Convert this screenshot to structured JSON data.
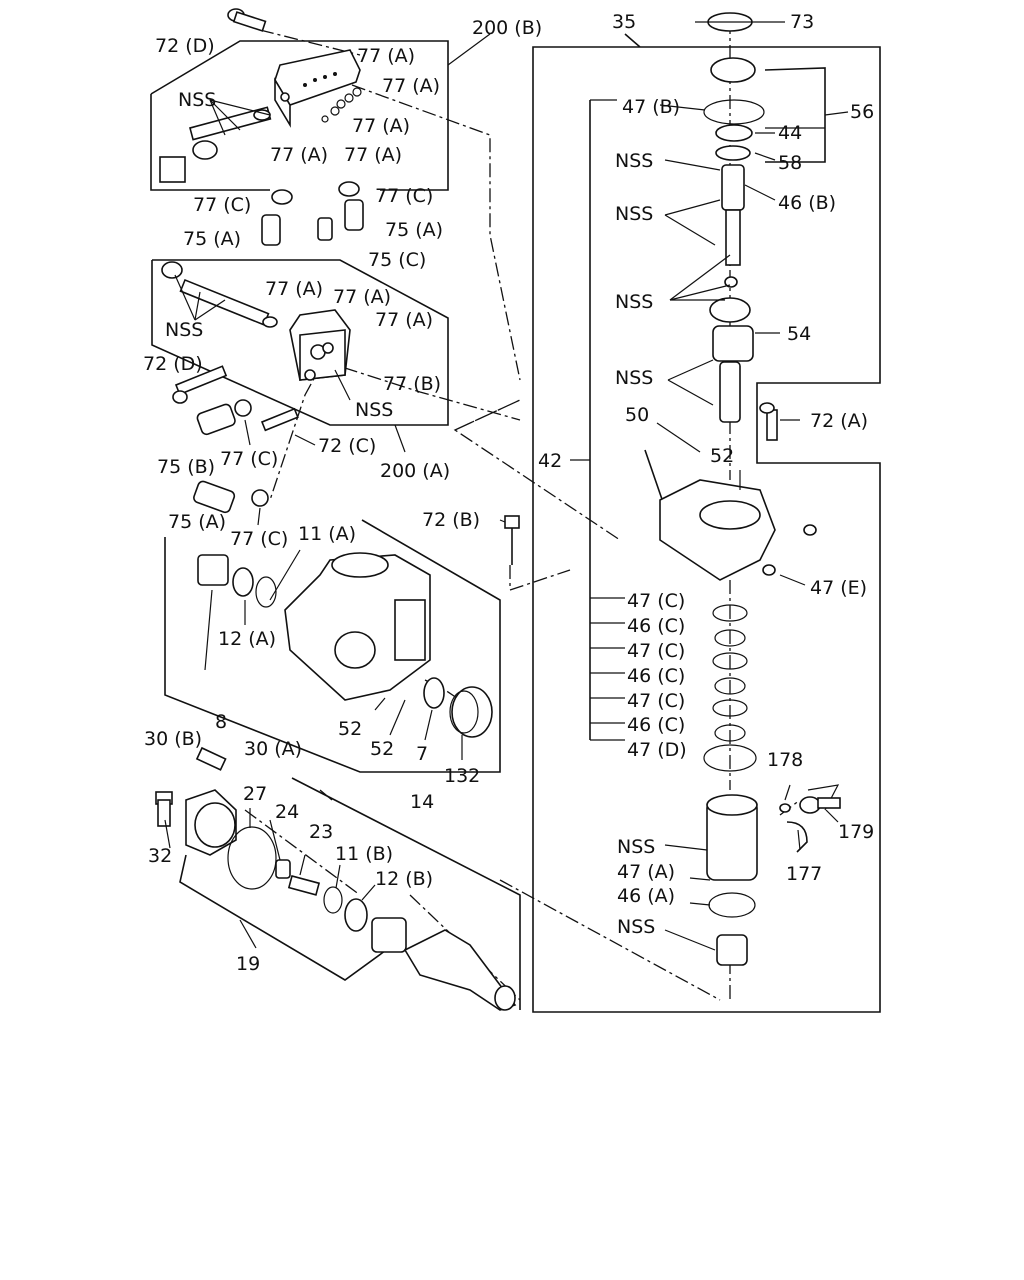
{
  "labels": {
    "l_72D_top": "72 (D)",
    "l_200B": "200 (B)",
    "l_35": "35",
    "l_73": "73",
    "l_NSS_top": "NSS",
    "l_77A_1": "77 (A)",
    "l_77A_2": "77 (A)",
    "l_77A_3": "77 (A)",
    "l_77A_4": "77 (A)",
    "l_77A_5": "77 (A)",
    "l_47B": "47 (B)",
    "l_56": "56",
    "l_44": "44",
    "l_NSS_58": "NSS",
    "l_58": "58",
    "l_77C_1": "77 (C)",
    "l_77C_2": "77 (C)",
    "l_46B": "46 (B)",
    "l_75A_1": "75 (A)",
    "l_75A_2": "75 (A)",
    "l_NSS_r1": "NSS",
    "l_75C": "75 (C)",
    "l_77A_6": "77 (A)",
    "l_77A_7": "77 (A)",
    "l_77A_8": "77 (A)",
    "l_NSS_r2": "NSS",
    "l_54": "54",
    "l_NSS_mid": "NSS",
    "l_72D_mid": "72 (D)",
    "l_77B": "77 (B)",
    "l_NSS_r3": "NSS",
    "l_NSS_block": "NSS",
    "l_50": "50",
    "l_72A": "72 (A)",
    "l_75B": "75 (B)",
    "l_77C_3": "77 (C)",
    "l_72C": "72 (C)",
    "l_200A": "200 (A)",
    "l_42": "42",
    "l_52_top": "52",
    "l_75A_3": "75 (A)",
    "l_72B": "72 (B)",
    "l_77C_4": "77 (C)",
    "l_11A": "11 (A)",
    "l_47E": "47 (E)",
    "l_47C_1": "47 (C)",
    "l_12A": "12 (A)",
    "l_46C_1": "46 (C)",
    "l_47C_2": "47 (C)",
    "l_46C_2": "46 (C)",
    "l_47C_3": "47 (C)",
    "l_8": "8",
    "l_46C_3": "46 (C)",
    "l_52_a": "52",
    "l_30B": "30 (B)",
    "l_47D": "47 (D)",
    "l_30A": "30 (A)",
    "l_52_b": "52",
    "l_7": "7",
    "l_178": "178",
    "l_132": "132",
    "l_27": "27",
    "l_14": "14",
    "l_24": "24",
    "l_179": "179",
    "l_23": "23",
    "l_NSS_lower": "NSS",
    "l_11B": "11 (B)",
    "l_32": "32",
    "l_12B": "12 (B)",
    "l_47A": "47 (A)",
    "l_177": "177",
    "l_46A": "46 (A)",
    "l_NSS_bottom": "NSS",
    "l_19": "19"
  }
}
